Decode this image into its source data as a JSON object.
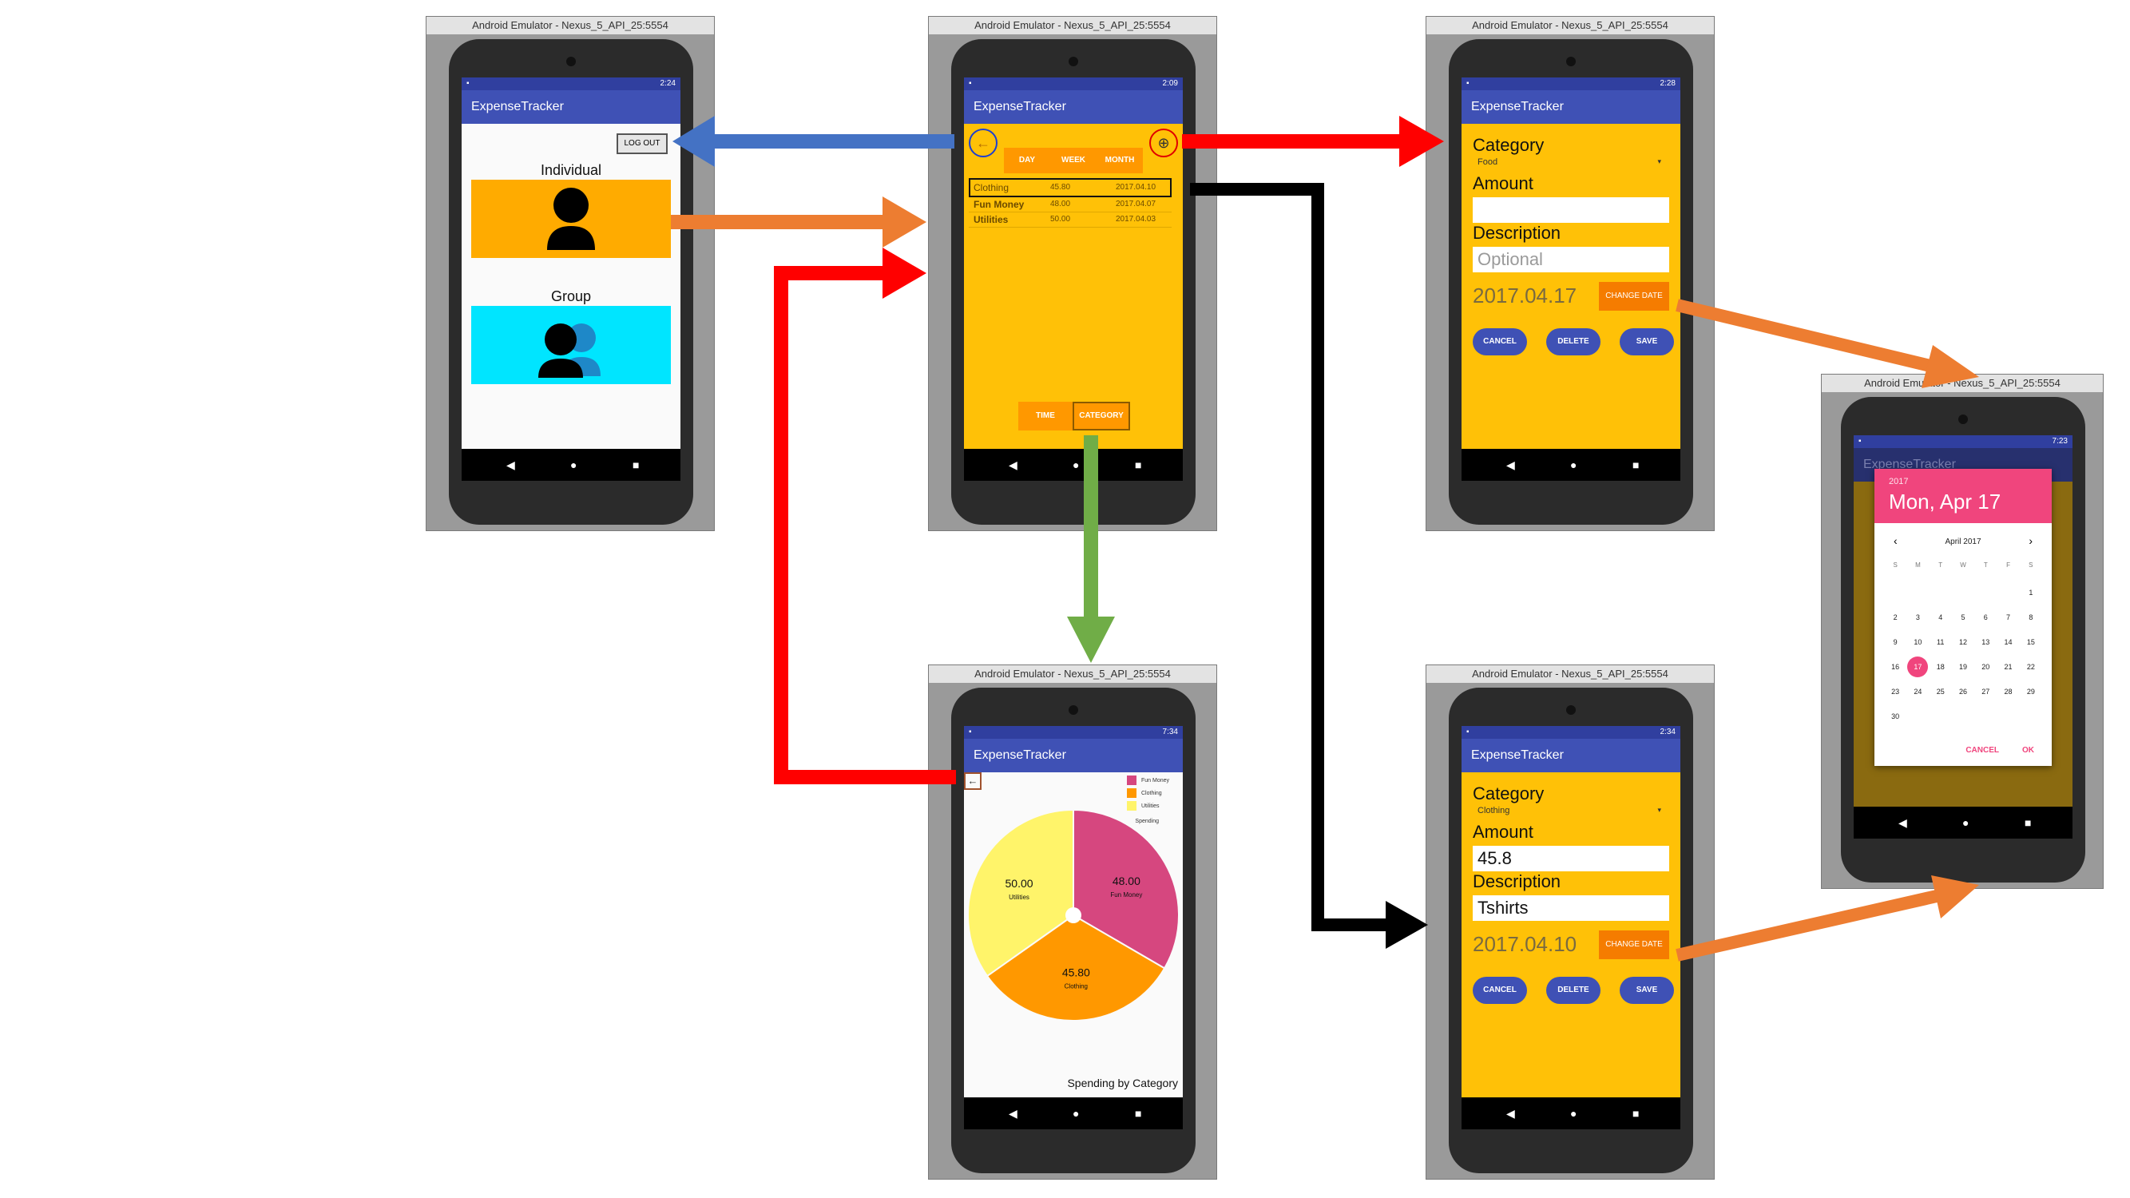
{
  "emulator_title": "Android Emulator - Nexus_5_API_25:5554",
  "app_title": "ExpenseTracker",
  "colors": {
    "primary": "#3f51b5",
    "primary_dark": "#303f9f",
    "amber": "#ffc107",
    "orange": "#f57c00",
    "cyan": "#00e5ff",
    "pink": "#e91e63",
    "arrow_blue": "#4472c4",
    "arrow_orange": "#ed7d31",
    "arrow_red": "#ff0000",
    "arrow_green": "#70ad47",
    "arrow_black": "#000000"
  },
  "screen_login": {
    "time": "2:24",
    "logout": "LOG OUT",
    "individual": "Individual",
    "group": "Group",
    "individual_icon": "person-icon",
    "group_icon": "people-icon"
  },
  "screen_list": {
    "time": "2:09",
    "back_icon": "arrow-left-icon",
    "add_icon": "add-circle-icon",
    "tabs": [
      "DAY",
      "WEEK",
      "MONTH"
    ],
    "rows": [
      {
        "category": "Clothing",
        "amount": "45.80",
        "date": "2017.04.10"
      },
      {
        "category": "Fun Money",
        "amount": "48.00",
        "date": "2017.04.07"
      },
      {
        "category": "Utilities",
        "amount": "50.00",
        "date": "2017.04.03"
      }
    ],
    "bottom_tabs": [
      "TIME",
      "CATEGORY"
    ]
  },
  "screen_add": {
    "time": "2:28",
    "category_label": "Category",
    "category_value": "Food",
    "amount_label": "Amount",
    "amount_value": "",
    "description_label": "Description",
    "description_placeholder": "Optional",
    "date": "2017.04.17",
    "change_date": "CHANGE DATE",
    "cancel": "CANCEL",
    "delete": "DELETE",
    "save": "SAVE"
  },
  "screen_edit": {
    "time": "2:34",
    "category_label": "Category",
    "category_value": "Clothing",
    "amount_label": "Amount",
    "amount_value": "45.8",
    "description_label": "Description",
    "description_value": "Tshirts",
    "date": "2017.04.10",
    "change_date": "CHANGE DATE",
    "cancel": "CANCEL",
    "delete": "DELETE",
    "save": "SAVE"
  },
  "screen_chart": {
    "time": "7:34",
    "back_icon": "arrow-left-icon",
    "legend_title": "Spending",
    "footer": "Spending by Category"
  },
  "screen_date": {
    "time": "7:23",
    "year": "2017",
    "selected": "Mon, Apr 17",
    "month": "April 2017",
    "weekdays": [
      "S",
      "M",
      "T",
      "W",
      "T",
      "F",
      "S"
    ],
    "days": [
      [
        "",
        "",
        "",
        "",
        "",
        "",
        "1"
      ],
      [
        "2",
        "3",
        "4",
        "5",
        "6",
        "7",
        "8"
      ],
      [
        "9",
        "10",
        "11",
        "12",
        "13",
        "14",
        "15"
      ],
      [
        "16",
        "17",
        "18",
        "19",
        "20",
        "21",
        "22"
      ],
      [
        "23",
        "24",
        "25",
        "26",
        "27",
        "28",
        "29"
      ],
      [
        "30",
        "",
        "",
        "",
        "",
        "",
        ""
      ]
    ],
    "cancel": "CANCEL",
    "ok": "OK"
  },
  "chart_data": {
    "type": "pie",
    "title": "",
    "legend_title": "Spending",
    "caption": "Spending by Category",
    "slices": [
      {
        "label": "Fun Money",
        "value": 48.0,
        "value_label": "48.00",
        "color": "#d6477f"
      },
      {
        "label": "Clothing",
        "value": 45.8,
        "value_label": "45.80",
        "color": "#ff9800"
      },
      {
        "label": "Utilities",
        "value": 50.0,
        "value_label": "50.00",
        "color": "#fff46a"
      }
    ]
  }
}
